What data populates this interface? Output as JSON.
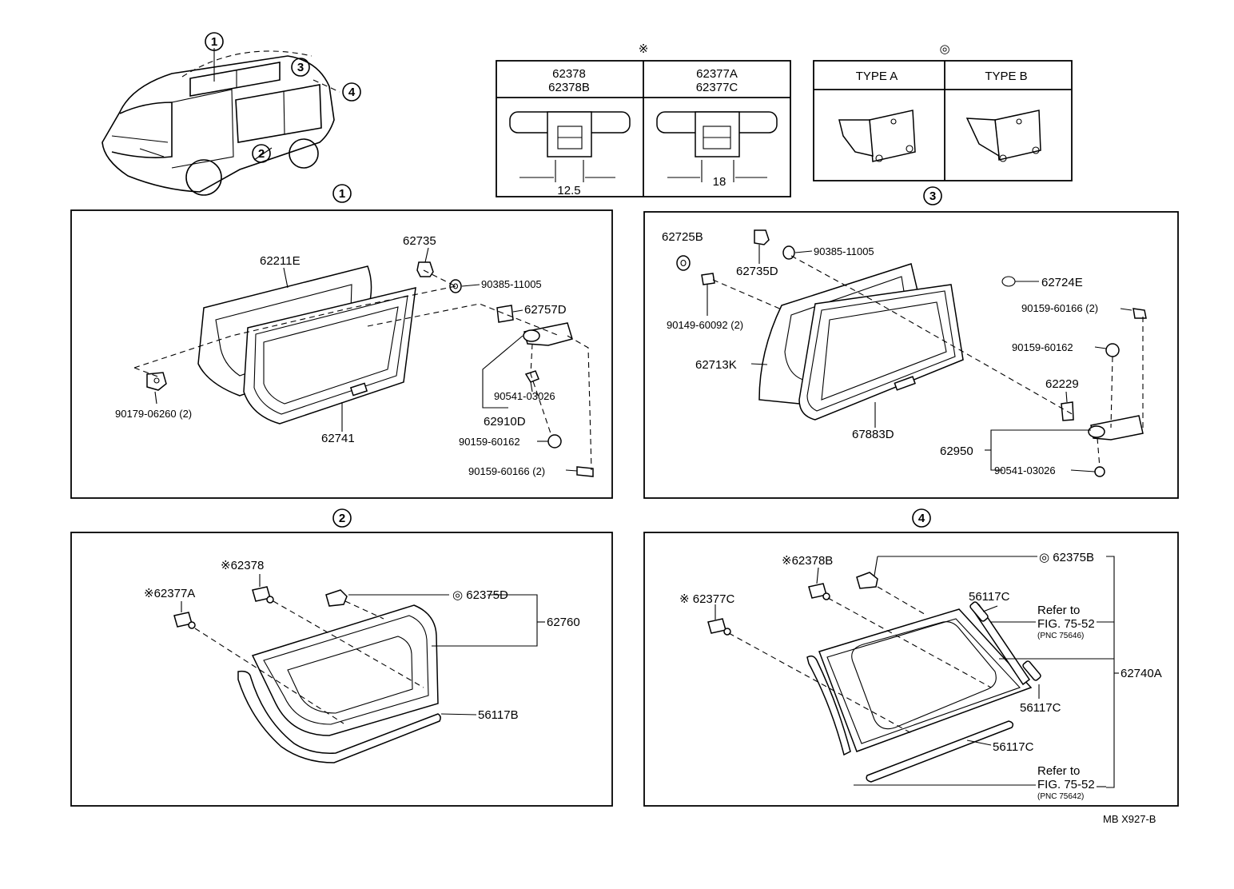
{
  "callouts": {
    "c1": "1",
    "c2": "2",
    "c3": "3",
    "c4": "4"
  },
  "clip_table": {
    "mark": "※",
    "col1": [
      "62378",
      "62378B"
    ],
    "col2": [
      "62377A",
      "62377C"
    ],
    "dim1": "12.5",
    "dim2": "18"
  },
  "bracket_table": {
    "mark": "◎",
    "type_a": "TYPE A",
    "type_b": "TYPE B"
  },
  "section1": {
    "p62211E": "62211E",
    "p62735": "62735",
    "p90385": "90385-11005",
    "p62757D": "62757D",
    "p90179": "90179-06260 (2)",
    "p90541": "90541-03026",
    "p62910D": "62910D",
    "p62741": "62741",
    "p90159a": "90159-60162",
    "p90159b": "90159-60166 (2)"
  },
  "section3": {
    "p62725B": "62725B",
    "p62735D": "62735D",
    "p90385": "90385-11005",
    "p62724E": "62724E",
    "p90159b": "90159-60166 (2)",
    "p90149": "90149-60092 (2)",
    "p90159a": "90159-60162",
    "p62713K": "62713K",
    "p62229": "62229",
    "p67883D": "67883D",
    "p62950": "62950",
    "p90541": "90541-03026"
  },
  "section2": {
    "p62378": "※62378",
    "p62377A": "※62377A",
    "p62375D": "◎ 62375D",
    "p62760": "62760",
    "p56117B": "56117B"
  },
  "section4": {
    "p62378B": "※62378B",
    "p62375B": "◎ 62375B",
    "p56117C_1": "56117C",
    "p62377C": "※ 62377C",
    "refer1_a": "Refer to",
    "refer1_b": "FIG. 75-52",
    "refer1_c": "(PNC 75646)",
    "p62740A": "62740A",
    "p56117C_2": "56117C",
    "p56117C_3": "56117C",
    "refer2_a": "Refer to",
    "refer2_b": "FIG. 75-52",
    "refer2_c": "(PNC 75642)"
  },
  "footer_code": "MB  X927-B"
}
